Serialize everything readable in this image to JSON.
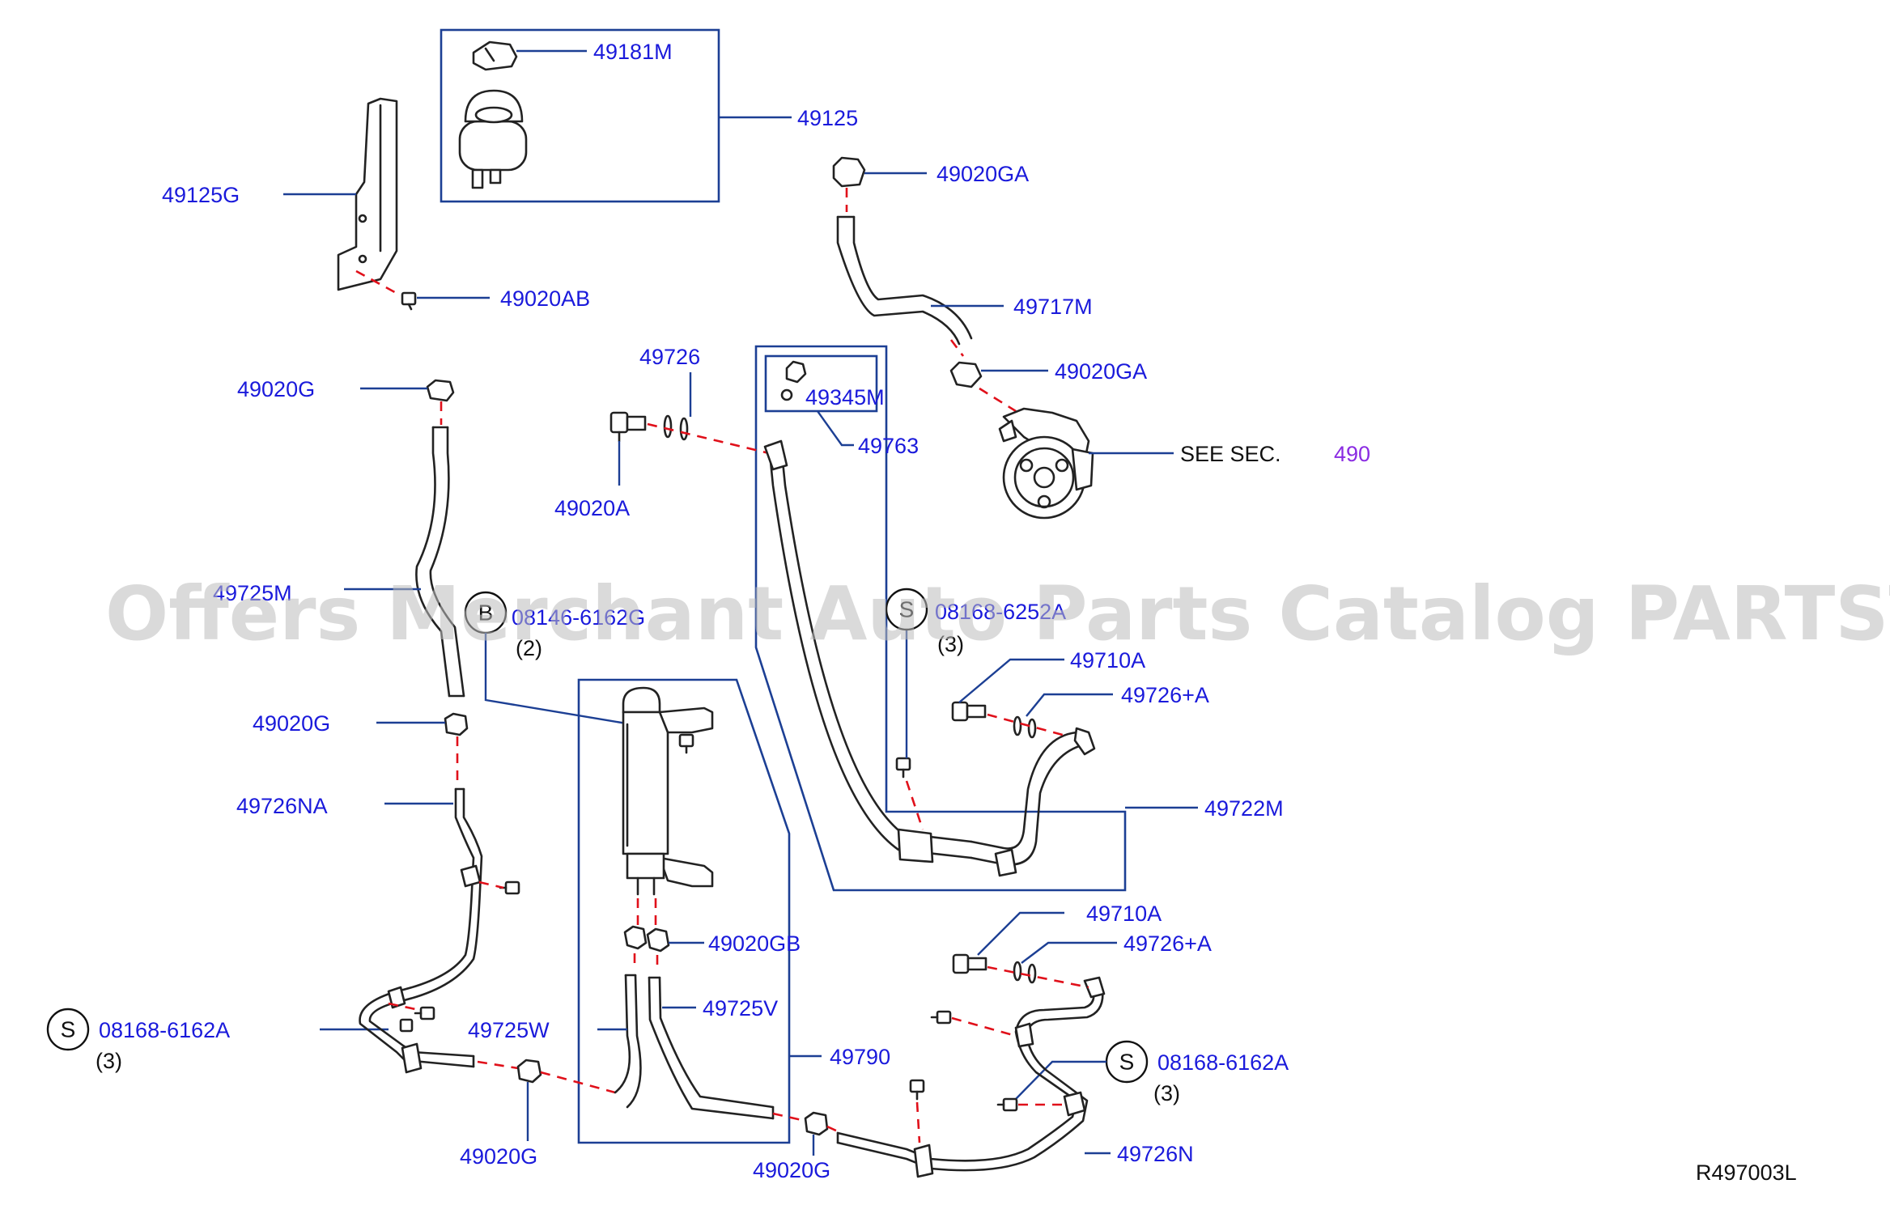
{
  "watermark": "Offers Merchant Auto Parts Catalog PARTSTORE.SA",
  "diagram_code": "R497003L",
  "see_section": {
    "prefix": "SEE   SEC.",
    "number": "490"
  },
  "callouts": {
    "c49181M": "49181M",
    "c49125": "49125",
    "c49125G": "49125G",
    "c49020AB": "49020AB",
    "c49020GA_top": "49020GA",
    "c49717M": "49717M",
    "c49020GA_mid": "49020GA",
    "c49726": "49726",
    "c49345M": "49345M",
    "c49763": "49763",
    "c49020A": "49020A",
    "c49020G_1": "49020G",
    "c49725M": "49725M",
    "c08146": "08146-6162G",
    "c08168_mid": "08168-6252A",
    "c49710A_1": "49710A",
    "c49726A_1": "49726+A",
    "c49020G_2": "49020G",
    "c49722M": "49722M",
    "c49726NA": "49726NA",
    "c49020GB": "49020GB",
    "c49710A_2": "49710A",
    "c49726A_2": "49726+A",
    "c49725V": "49725V",
    "c08168_left": "08168-6162A",
    "c49725W": "49725W",
    "c49790": "49790",
    "c08168_right": "08168-6162A",
    "c49726N": "49726N",
    "c49020G_3": "49020G",
    "c49020G_4": "49020G"
  },
  "quantities": {
    "q2": "(2)",
    "q3_mid": "(3)",
    "q3_left": "(3)",
    "q3_right": "(3)"
  },
  "symbols": {
    "s_b": "B",
    "s_mid": "S",
    "s_left": "S",
    "s_right": "S"
  }
}
